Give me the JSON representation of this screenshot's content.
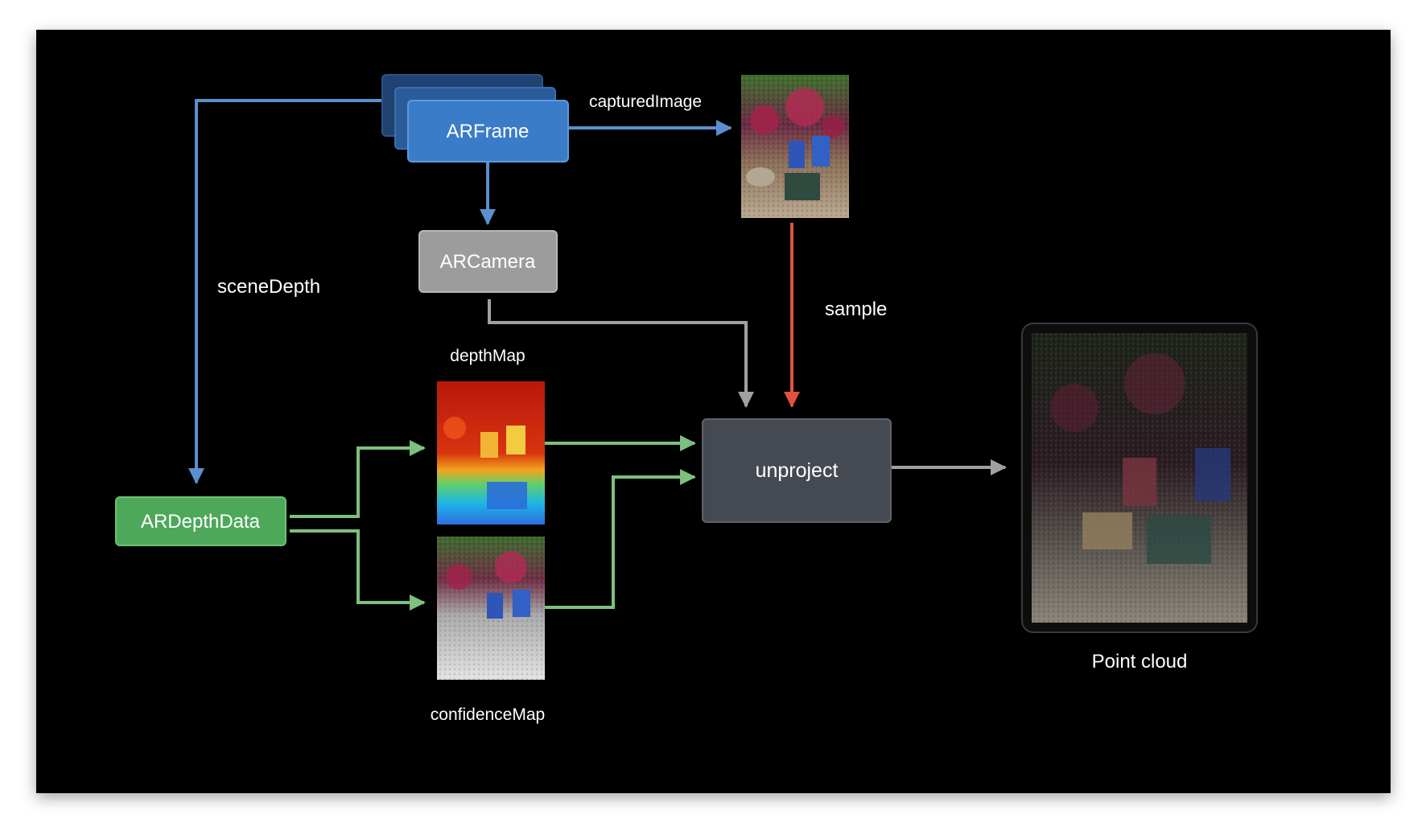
{
  "diagram": {
    "nodes": {
      "arframe": "ARFrame",
      "arcamera": "ARCamera",
      "ardepthdata": "ARDepthData",
      "unproject": "unproject"
    },
    "edge_labels": {
      "captured_image": "capturedImage",
      "scene_depth": "sceneDepth",
      "sample": "sample"
    },
    "image_captions": {
      "depth_map": "depthMap",
      "confidence_map": "confidenceMap",
      "point_cloud": "Point cloud"
    },
    "colors": {
      "background": "#000000",
      "arframe": "#3a7cc7",
      "arcamera": "#9c9c9c",
      "ardepthdata": "#4ea85a",
      "unproject": "#454a52",
      "blue_arrow": "#5b8fcf",
      "gray_arrow": "#a0a0a0",
      "red_arrow": "#e0523f",
      "green_arrow": "#7cc07d"
    }
  }
}
